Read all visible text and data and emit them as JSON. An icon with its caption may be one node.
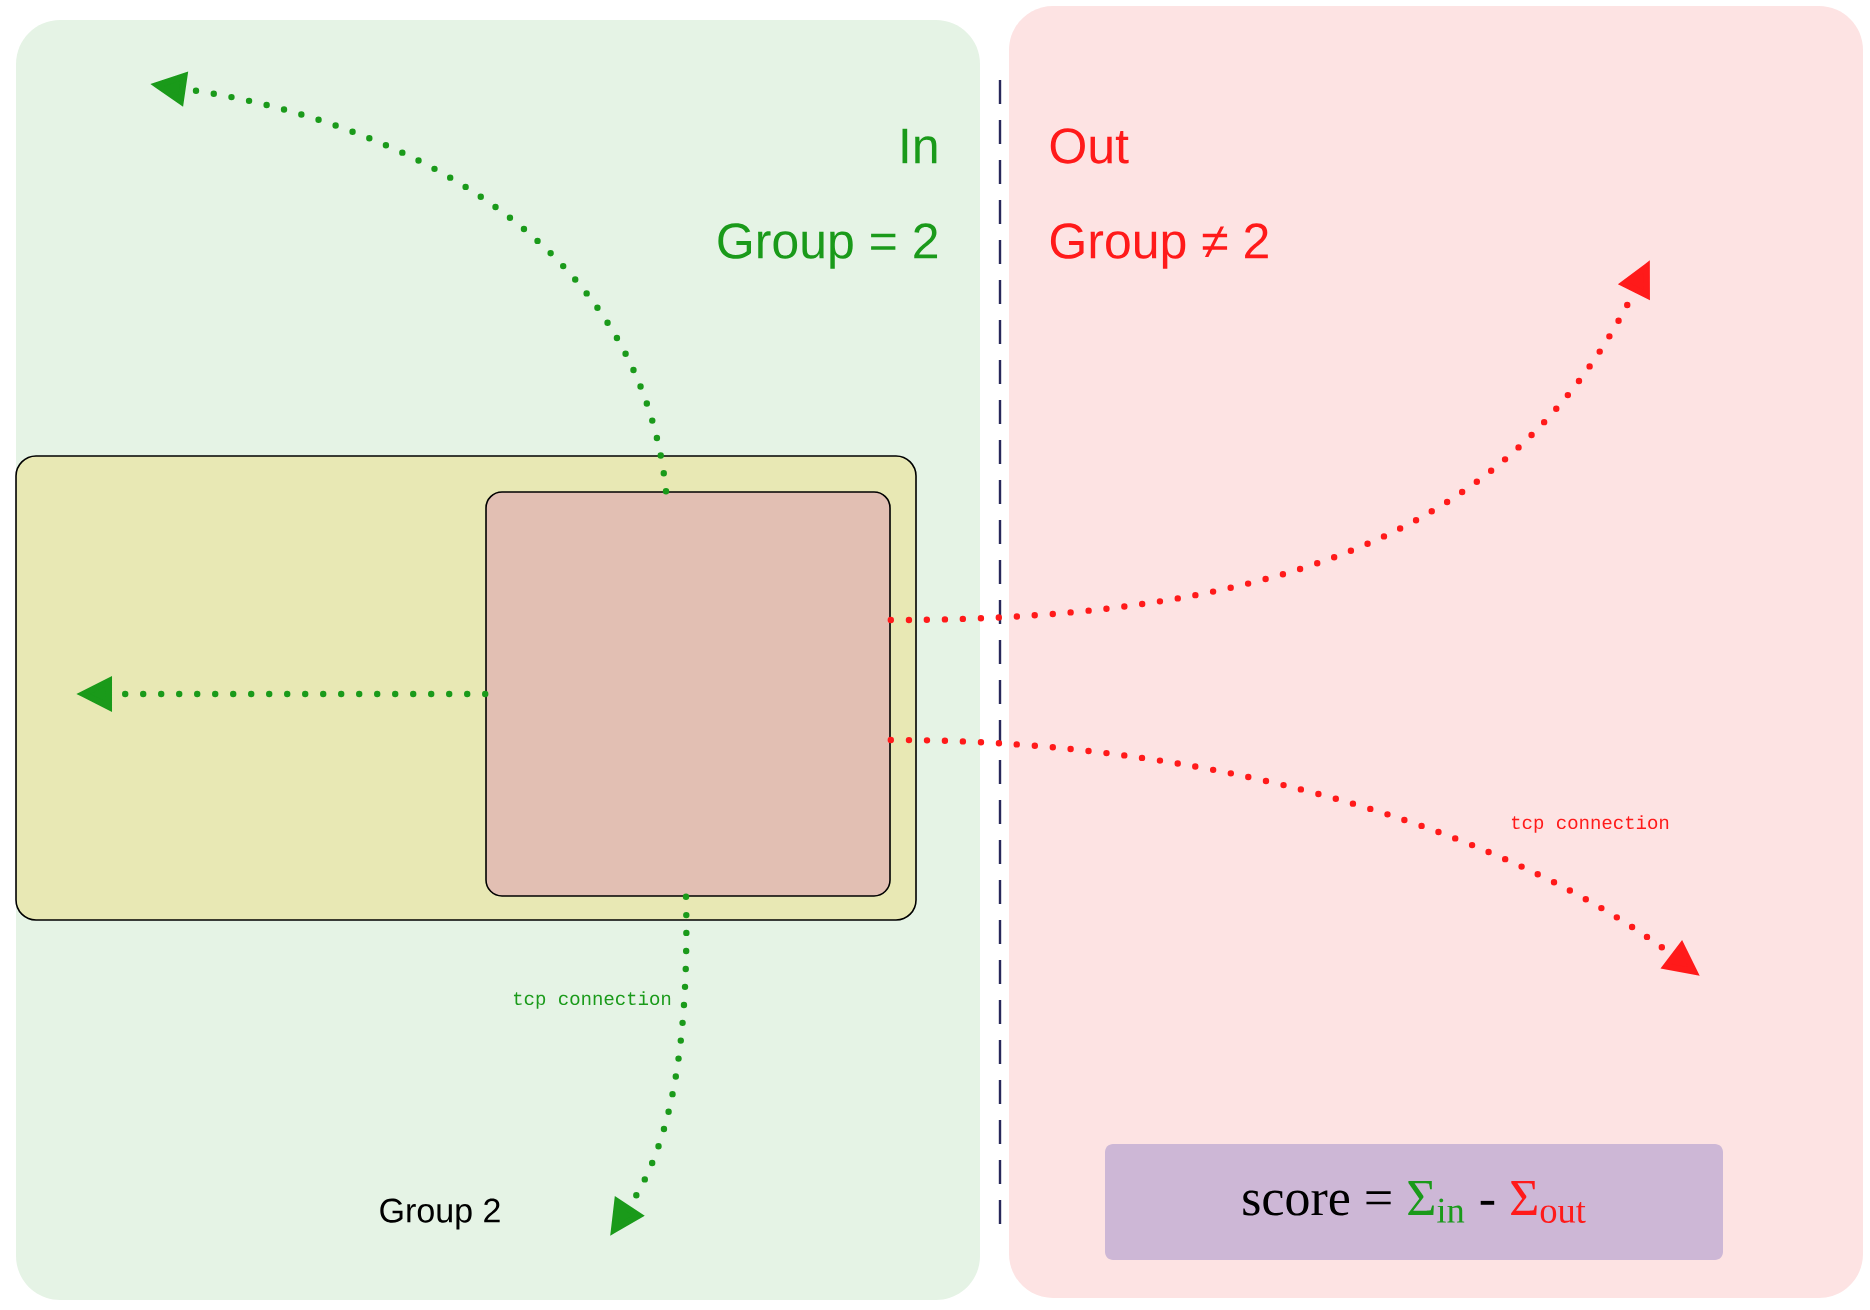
{
  "diagram": {
    "nodes": [
      {
        "text": [
          "In",
          "Group = 2"
        ]
      },
      {
        "text": [],
        "shape": "box",
        "in": 0
      },
      {
        "text": [],
        "shape": "box",
        "in": 1
      },
      {
        "text": [
          "Out",
          "Group ≠ 2"
        ]
      },
      {
        "text": [
          "score =",
          "Σ$_{in}$",
          "-",
          "Σ$_{out}$"
        ],
        "in": 3
      }
    ],
    "edges": [
      {
        "from": 2,
        "to": null,
        "arrow": "to",
        "color": "#1a9a1a"
      },
      {
        "from": 2,
        "to": null,
        "arrow": "to",
        "color": "#1a9a1a"
      },
      {
        "from": 2,
        "to": null,
        "arrow": "to",
        "color": "#1a9a1a",
        "label": "tcp connection"
      },
      {
        "from": 2,
        "to": null,
        "arrow": "to",
        "color": "#ff1a1a"
      },
      {
        "from": 2,
        "to": null,
        "arrow": "to",
        "color": "#ff1a1a",
        "label": "tcp connection"
      }
    ],
    "labels": [
      "Group 2"
    ]
  }
}
